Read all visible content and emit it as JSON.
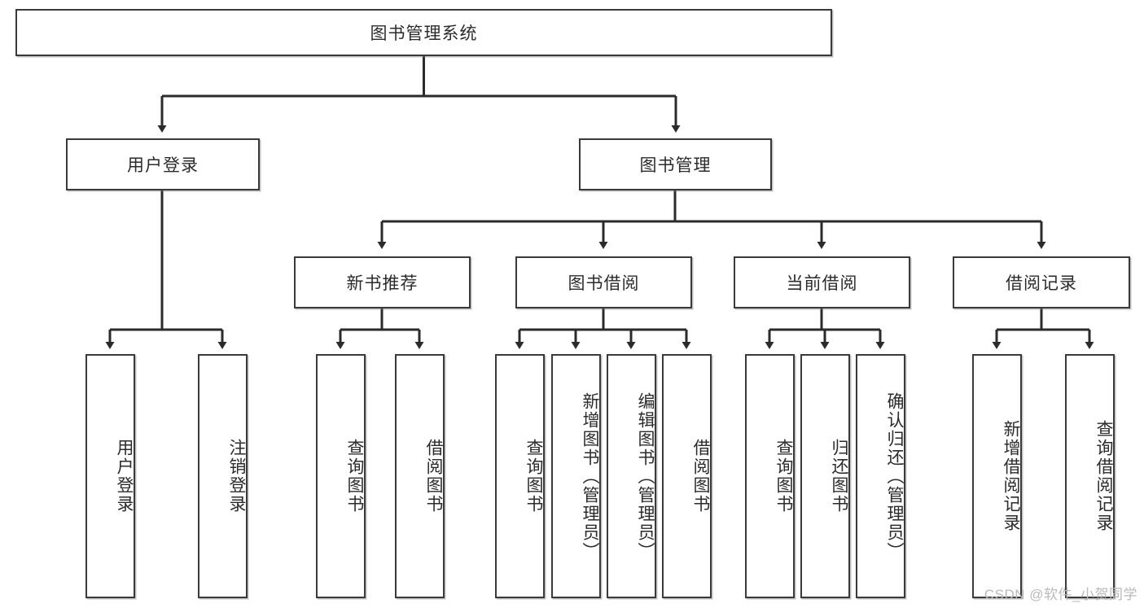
{
  "diagram": {
    "type": "tree-hierarchy",
    "title": "图书管理系统",
    "watermark": "CSDN @软件_小贺同学",
    "colors": {
      "box_border": "#3a3a3a",
      "box_fill": "#ffffff",
      "connector": "#2b2b2b",
      "watermark": "#b9b9b9",
      "background": "#ffffff"
    },
    "levels": {
      "root": {
        "label": "图书管理系统"
      },
      "level2": [
        {
          "id": "user-login",
          "label": "用户登录"
        },
        {
          "id": "book-management",
          "label": "图书管理"
        }
      ],
      "level3": [
        {
          "id": "new-book-recommend",
          "label": "新书推荐",
          "parent": "book-management"
        },
        {
          "id": "book-borrow",
          "label": "图书借阅",
          "parent": "book-management"
        },
        {
          "id": "current-borrow",
          "label": "当前借阅",
          "parent": "book-management"
        },
        {
          "id": "borrow-record",
          "label": "借阅记录",
          "parent": "book-management"
        }
      ],
      "leaves": [
        {
          "id": "leaf-user-login",
          "label": "用户登录",
          "parent": "user-login"
        },
        {
          "id": "leaf-user-logout",
          "label": "注销登录",
          "parent": "user-login"
        },
        {
          "id": "leaf-query-book-1",
          "label": "查询图书",
          "parent": "new-book-recommend"
        },
        {
          "id": "leaf-borrow-book-1",
          "label": "借阅图书",
          "parent": "new-book-recommend"
        },
        {
          "id": "leaf-query-book-2",
          "label": "查询图书",
          "parent": "book-borrow"
        },
        {
          "id": "leaf-add-book",
          "label": "新增图书（管理员）",
          "parent": "book-borrow"
        },
        {
          "id": "leaf-edit-book",
          "label": "编辑图书（管理员）",
          "parent": "book-borrow"
        },
        {
          "id": "leaf-borrow-book-2",
          "label": "借阅图书",
          "parent": "book-borrow"
        },
        {
          "id": "leaf-query-book-3",
          "label": "查询图书",
          "parent": "current-borrow"
        },
        {
          "id": "leaf-return-book",
          "label": "归还图书",
          "parent": "current-borrow"
        },
        {
          "id": "leaf-confirm-return",
          "label": "确认归还（管理员）",
          "parent": "current-borrow"
        },
        {
          "id": "leaf-add-record",
          "label": "新增借阅记录",
          "parent": "borrow-record"
        },
        {
          "id": "leaf-query-record",
          "label": "查询借阅记录",
          "parent": "borrow-record"
        }
      ]
    }
  }
}
